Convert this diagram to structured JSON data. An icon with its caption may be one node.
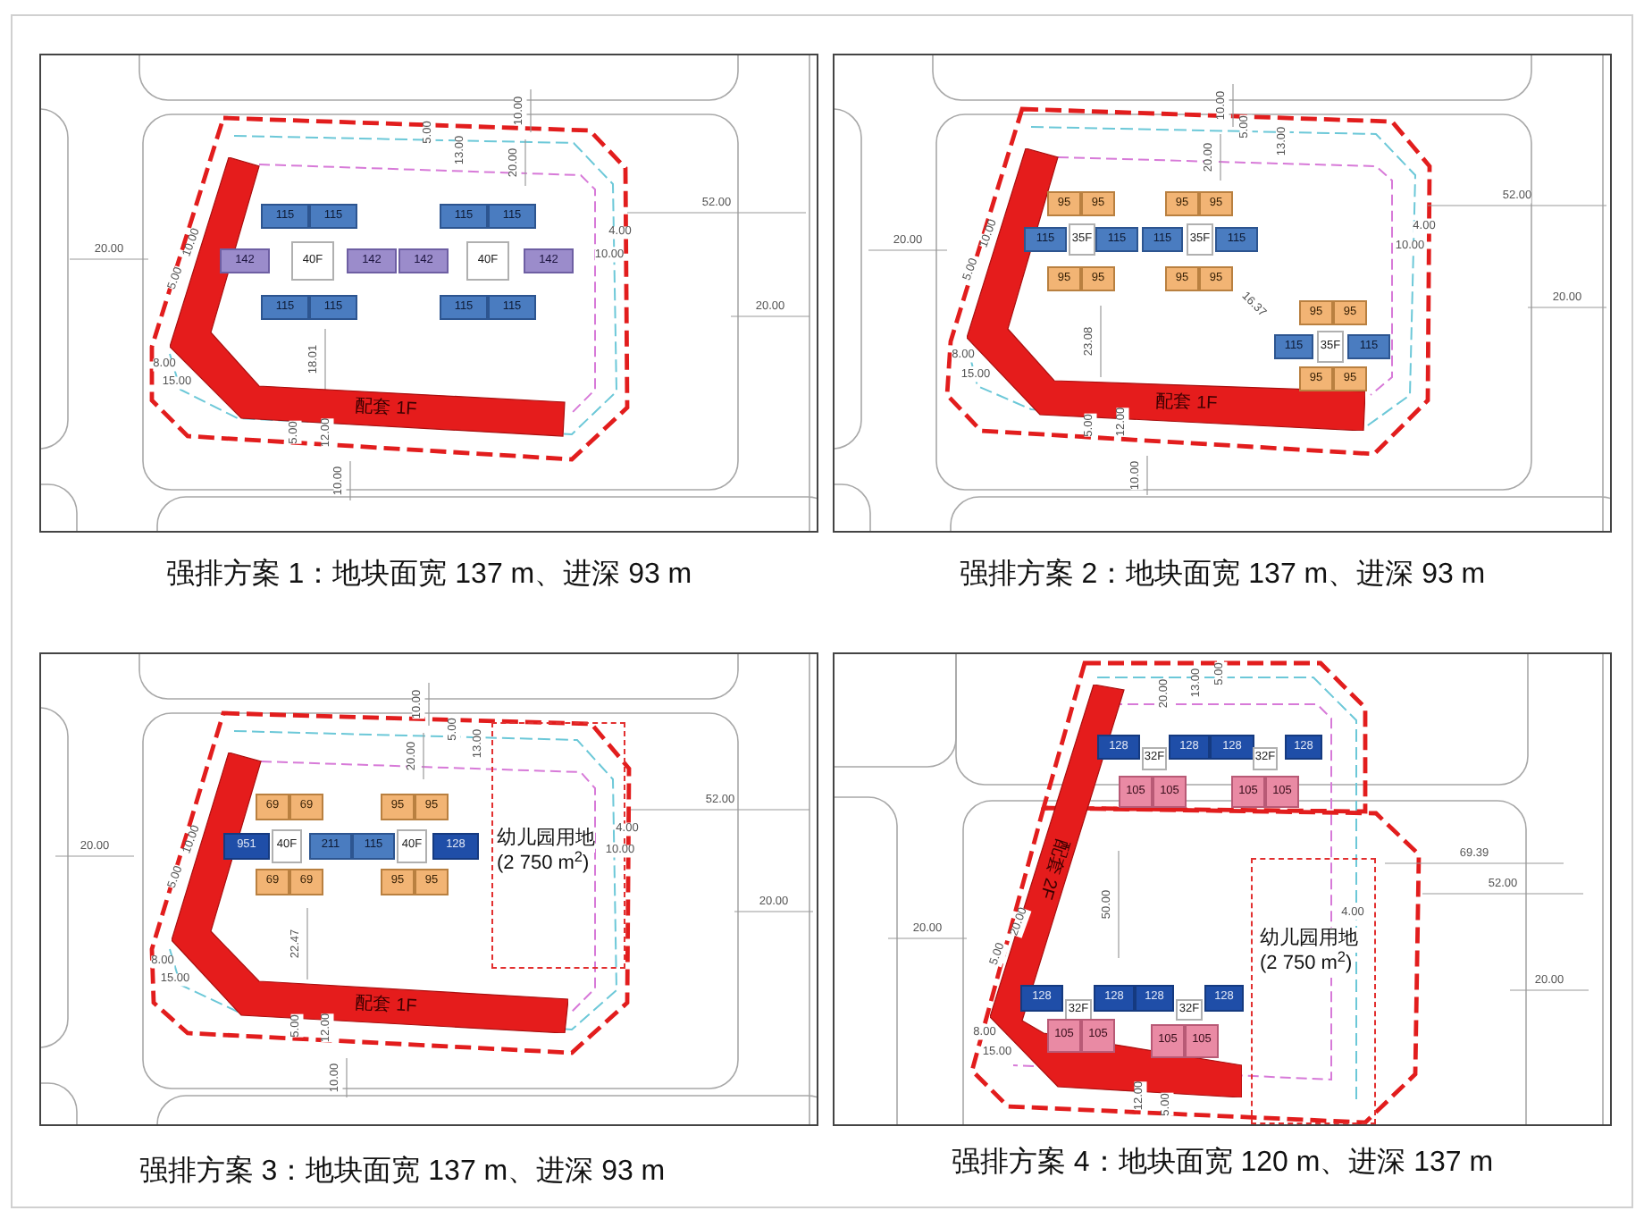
{
  "diagram": {
    "nodes": [
      {
        "text": [],
        "shape": "box",
        "beside": [
          "强排方案 1：地块面宽 137 m、进深 93 m"
        ]
      },
      {
        "text": [
          "115"
        ],
        "in": 0
      },
      {
        "text": [
          "115"
        ],
        "in": 0
      },
      {
        "text": [
          "115"
        ],
        "in": 0
      },
      {
        "text": [
          "115"
        ],
        "in": 0
      },
      {
        "text": [
          "142"
        ],
        "in": 0
      },
      {
        "text": [
          "40F"
        ],
        "in": 0
      },
      {
        "text": [
          "142"
        ],
        "in": 0
      },
      {
        "text": [
          "142"
        ],
        "in": 0
      },
      {
        "text": [
          "40F"
        ],
        "in": 0
      },
      {
        "text": [
          "142"
        ],
        "in": 0
      },
      {
        "text": [
          "115"
        ],
        "in": 0
      },
      {
        "text": [
          "115"
        ],
        "in": 0
      },
      {
        "text": [
          "115"
        ],
        "in": 0
      },
      {
        "text": [
          "115"
        ],
        "in": 0
      },
      {
        "text": [
          "配套 1F"
        ],
        "in": 0
      },
      {
        "text": [],
        "shape": "box",
        "beside": [
          "强排方案 2：地块面宽 137 m、进深 93 m"
        ]
      },
      {
        "text": [
          "95"
        ],
        "in": 16
      },
      {
        "text": [
          "95"
        ],
        "in": 16
      },
      {
        "text": [
          "95"
        ],
        "in": 16
      },
      {
        "text": [
          "95"
        ],
        "in": 16
      },
      {
        "text": [
          "115"
        ],
        "in": 16
      },
      {
        "text": [
          "35F"
        ],
        "in": 16
      },
      {
        "text": [
          "115"
        ],
        "in": 16
      },
      {
        "text": [
          "115"
        ],
        "in": 16
      },
      {
        "text": [
          "35F"
        ],
        "in": 16
      },
      {
        "text": [
          "115"
        ],
        "in": 16
      },
      {
        "text": [
          "95"
        ],
        "in": 16
      },
      {
        "text": [
          "95"
        ],
        "in": 16
      },
      {
        "text": [
          "95"
        ],
        "in": 16
      },
      {
        "text": [
          "95"
        ],
        "in": 16
      },
      {
        "text": [
          "95"
        ],
        "in": 16
      },
      {
        "text": [
          "95"
        ],
        "in": 16
      },
      {
        "text": [
          "115"
        ],
        "in": 16
      },
      {
        "text": [
          "35F"
        ],
        "in": 16
      },
      {
        "text": [
          "115"
        ],
        "in": 16
      },
      {
        "text": [
          "95"
        ],
        "in": 16
      },
      {
        "text": [
          "95"
        ],
        "in": 16
      },
      {
        "text": [
          "配套 1F"
        ],
        "in": 16
      },
      {
        "text": [],
        "shape": "box",
        "beside": [
          "强排方案 3：地块面宽 137 m、进深 93 m"
        ]
      },
      {
        "text": [
          "69"
        ],
        "in": 39
      },
      {
        "text": [
          "69"
        ],
        "in": 39
      },
      {
        "text": [
          "95"
        ],
        "in": 39
      },
      {
        "text": [
          "95"
        ],
        "in": 39
      },
      {
        "text": [
          "951"
        ],
        "in": 39
      },
      {
        "text": [
          "40F"
        ],
        "in": 39
      },
      {
        "text": [
          "211"
        ],
        "in": 39
      },
      {
        "text": [
          "115"
        ],
        "in": 39
      },
      {
        "text": [
          "40F"
        ],
        "in": 39
      },
      {
        "text": [
          "128"
        ],
        "in": 39
      },
      {
        "text": [
          "幼儿园用地",
          "(2 750 m$^{2}$)"
        ],
        "in": 39
      },
      {
        "text": [
          "69"
        ],
        "in": 39
      },
      {
        "text": [
          "69"
        ],
        "in": 39
      },
      {
        "text": [
          "95"
        ],
        "in": 39
      },
      {
        "text": [
          "95"
        ],
        "in": 39
      },
      {
        "text": [
          "配套 1F"
        ],
        "in": 39
      },
      {
        "text": [],
        "shape": "box",
        "beside": [
          "强排方案 4：地块面宽 120 m、进深 137 m"
        ]
      },
      {
        "text": [
          "128"
        ],
        "in": 56
      },
      {
        "text": [
          "128"
        ],
        "in": 56
      },
      {
        "text": [
          "128"
        ],
        "in": 56
      },
      {
        "text": [
          "128"
        ],
        "in": 56
      },
      {
        "text": [
          "32F"
        ],
        "in": 56
      },
      {
        "text": [
          "32F"
        ],
        "in": 56
      },
      {
        "text": [
          "105"
        ],
        "in": 56
      },
      {
        "text": [
          "105"
        ],
        "in": 56
      },
      {
        "text": [
          "105"
        ],
        "in": 56
      },
      {
        "text": [
          "105"
        ],
        "in": 56
      },
      {
        "text": [
          "配套 2F"
        ],
        "in": 56
      },
      {
        "text": [
          "幼儿园用地",
          "(2 750 m$^{2}$)"
        ],
        "in": 56
      },
      {
        "text": [
          "128"
        ],
        "in": 56
      },
      {
        "text": [
          "128"
        ],
        "in": 56
      },
      {
        "text": [
          "128"
        ],
        "in": 56
      },
      {
        "text": [
          "128"
        ],
        "in": 56
      },
      {
        "text": [
          "32F"
        ],
        "in": 56
      },
      {
        "text": [
          "32F"
        ],
        "in": 56
      },
      {
        "text": [
          "105"
        ],
        "in": 56
      },
      {
        "text": [
          "105"
        ],
        "in": 56
      },
      {
        "text": [
          "105"
        ],
        "in": 56
      },
      {
        "text": [
          "105"
        ],
        "in": 56
      }
    ],
    "labels": [
      "10.00",
      "5.00",
      "13.00",
      "20.00",
      "52.00",
      "4.00",
      "10.00",
      "20.00",
      "20.00",
      "10.00",
      "5.00",
      "18.01",
      "8.00",
      "15.00",
      "5.00",
      "12.00",
      "10.00",
      "10.00",
      "5.00",
      "13.00",
      "20.00",
      "52.00",
      "4.00",
      "10.00",
      "20.00",
      "20.00",
      "10.00",
      "5.00",
      "16.37",
      "23.08",
      "8.00",
      "15.00",
      "5.00",
      "12.00",
      "10.00",
      "10.00",
      "5.00",
      "13.00",
      "20.00",
      "52.00",
      "4.00",
      "10.00",
      "20.00",
      "20.00",
      "10.00",
      "5.00",
      "22.47",
      "8.00",
      "15.00",
      "5.00",
      "12.00",
      "10.00",
      "20.00",
      "13.00",
      "5.00",
      "69.39",
      "52.00",
      "4.00",
      "20.00",
      "50.00",
      "20.00",
      "5.00",
      "20.00",
      "8.00",
      "15.00",
      "12.00",
      "5.00"
    ]
  }
}
